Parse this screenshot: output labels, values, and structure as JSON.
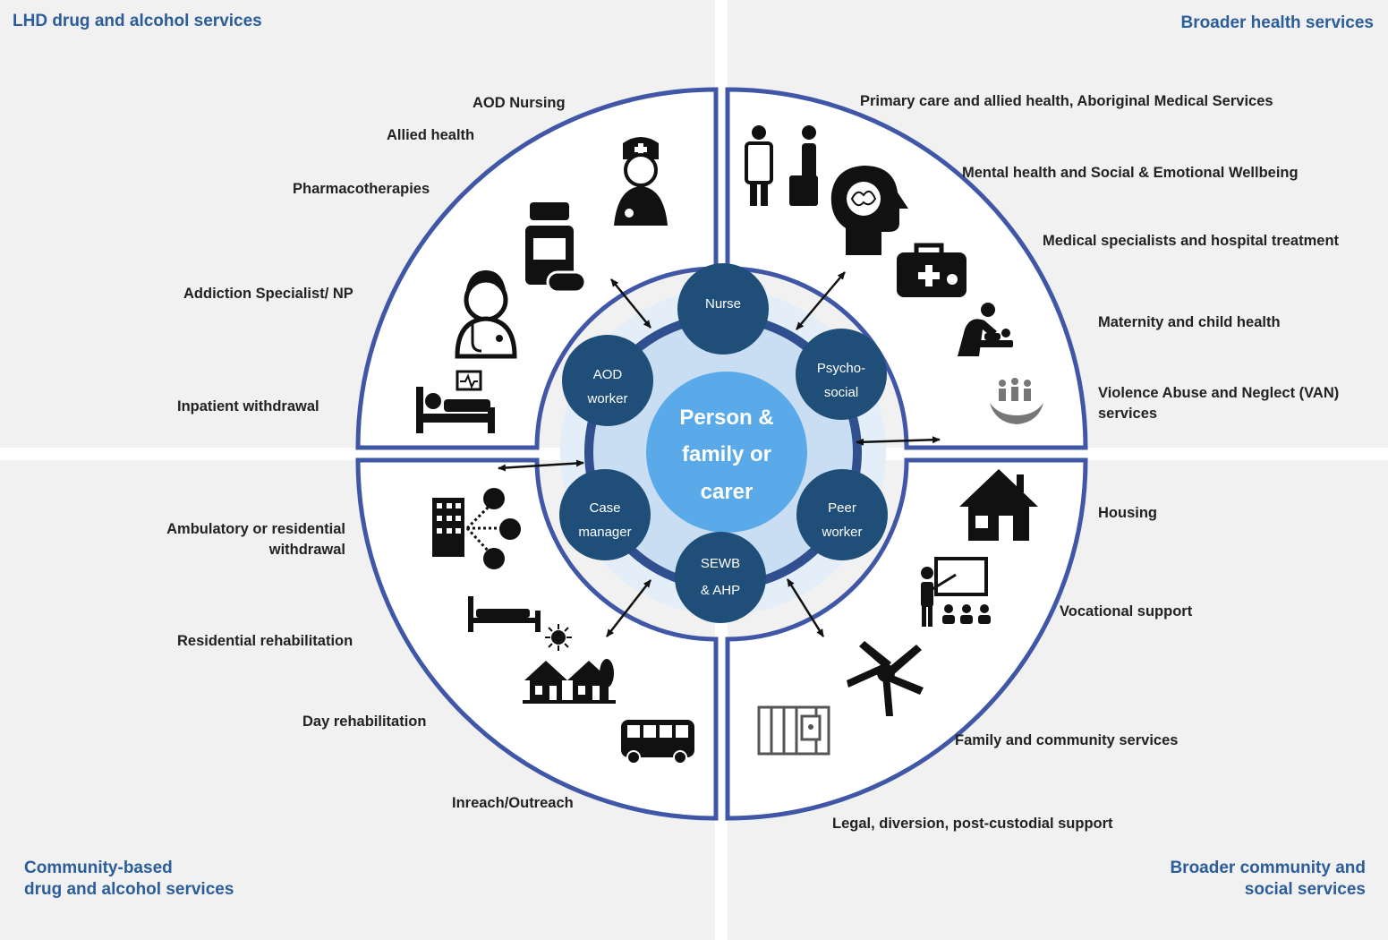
{
  "corners": {
    "top_left": "LHD drug and alcohol services",
    "top_right": "Broader health services",
    "bottom_left": "Community-based\ndrug and alcohol services",
    "bottom_right": "Broader community and\nsocial services"
  },
  "center": {
    "line1": "Person &",
    "line2": "family or",
    "line3": "carer"
  },
  "nodes": {
    "nurse": "Nurse",
    "psychosocial_1": "Psycho-",
    "psychosocial_2": "social",
    "aod_1": "AOD",
    "aod_2": "worker",
    "case_1": "Case",
    "case_2": "manager",
    "peer_1": "Peer",
    "peer_2": "worker",
    "sewb_1": "SEWB",
    "sewb_2": "& AHP"
  },
  "labels": {
    "top_left": {
      "aod_nursing": "AOD Nursing",
      "allied_health": "Allied health",
      "pharmacotherapies": "Pharmacotherapies",
      "addiction_specialist": "Addiction Specialist/ NP",
      "inpatient_withdrawal": "Inpatient withdrawal"
    },
    "top_right": {
      "primary_care": "Primary care and allied health, Aboriginal Medical Services",
      "mental_health": "Mental health and Social & Emotional Wellbeing",
      "medical_specialists": "Medical specialists and hospital treatment",
      "maternity": "Maternity and child health",
      "van": "Violence Abuse and Neglect (VAN)\nservices"
    },
    "bottom_left": {
      "ambulatory": "Ambulatory or residential\nwithdrawal",
      "residential_rehab": "Residential rehabilitation",
      "day_rehab": "Day rehabilitation",
      "inreach": "Inreach/Outreach"
    },
    "bottom_right": {
      "housing": "Housing",
      "vocational": "Vocational support",
      "family_community": "Family and community services",
      "legal": "Legal, diversion, post-custodial support"
    }
  },
  "icons": {
    "top_left": [
      "nurse-icon",
      "medicine-bottle-icon",
      "doctor-icon",
      "hospital-bed-icon"
    ],
    "top_right": [
      "patient-doctor-icon",
      "brain-head-icon",
      "medical-bag-icon",
      "parent-child-icon",
      "family-hands-icon"
    ],
    "bottom_left": [
      "building-people-icon",
      "bed-sun-icon",
      "houses-icon",
      "bus-icon"
    ],
    "bottom_right": [
      "house-icon",
      "teacher-class-icon",
      "united-hands-icon",
      "jail-icon"
    ]
  },
  "colors": {
    "ring_blue": "#3f57a6",
    "node_dark": "#1f4e79",
    "center_light": "#5aaaea",
    "halo_light": "#cfe4f7",
    "corner_text": "#2b5d9b",
    "background": "#f1f1f1"
  }
}
